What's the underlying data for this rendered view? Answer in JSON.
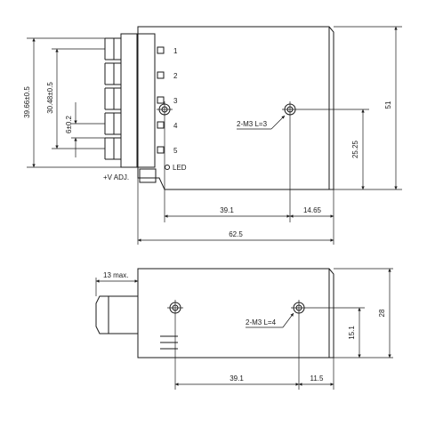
{
  "top_view": {
    "pins": [
      "1",
      "2",
      "3",
      "4",
      "5"
    ],
    "led_label": "LED",
    "adj_label": "+V ADJ.",
    "mount_note": "2-M3 L=3",
    "dims": {
      "height_outer": "39.66±0.5",
      "height_inner": "30.48±0.5",
      "pitch": "6±0.2",
      "height_total": "51",
      "hole_y": "25.25",
      "hole_x1": "39.1",
      "hole_x2": "14.65",
      "width": "62.5"
    }
  },
  "side_view": {
    "mount_note": "2-M3 L=4",
    "dims": {
      "terminal": "13 max.",
      "height": "28",
      "hole_y": "15.1",
      "hole_x1": "39.1",
      "hole_x2": "11.5"
    }
  }
}
